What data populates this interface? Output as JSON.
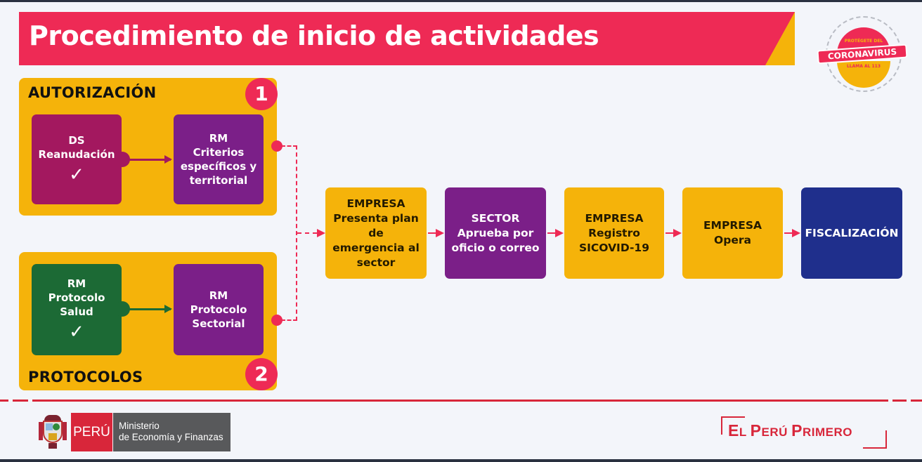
{
  "title": "Procedimiento de inicio de actividades",
  "badge": {
    "line1": "PROTÉGETE DEL",
    "line2": "CORONAVIRUS",
    "line3": "LLAMA AL 113"
  },
  "groups": [
    {
      "number": "1",
      "title": "AUTORIZACIÓN",
      "boxes": [
        {
          "lines": [
            "DS",
            "Reanudación"
          ],
          "checked": true,
          "check": "✓",
          "color": "#a3185f"
        },
        {
          "lines": [
            "RM",
            "Criterios",
            "específicos y",
            "territorial"
          ],
          "checked": false,
          "color": "#7b1f88"
        }
      ]
    },
    {
      "number": "2",
      "title": "PROTOCOLOS",
      "boxes": [
        {
          "lines": [
            "RM",
            "Protocolo",
            "Salud"
          ],
          "checked": true,
          "check": "✓",
          "color": "#1c6a35"
        },
        {
          "lines": [
            "RM",
            "Protocolo",
            "Sectorial"
          ],
          "checked": false,
          "color": "#7b1f88"
        }
      ]
    }
  ],
  "flow": [
    {
      "head": "EMPRESA",
      "lines": [
        "Presenta plan",
        "de",
        "emergencia al",
        "sector"
      ],
      "color": "#f5b30a"
    },
    {
      "head": "SECTOR",
      "lines": [
        "Aprueba por",
        "oficio o correo"
      ],
      "color": "#7b1f88"
    },
    {
      "head": "EMPRESA",
      "lines": [
        "Registro",
        "SICOVID-19"
      ],
      "color": "#f5b30a"
    },
    {
      "head": "EMPRESA",
      "lines": [
        "Opera"
      ],
      "color": "#f5b30a"
    },
    {
      "head": "FISCALIZACIÓN",
      "lines": [],
      "color": "#1f2f8c"
    }
  ],
  "footer": {
    "peru_label": "PERÚ",
    "ministry_line1": "Ministerio",
    "ministry_line2": "de Economía y Finanzas",
    "slogan_parts": [
      "E",
      "L ",
      "P",
      "ERÚ ",
      "P",
      "RIMERO"
    ]
  },
  "colors": {
    "accent_red": "#ee2a55",
    "yellow": "#f5b30a",
    "purple": "#7b1f88",
    "magenta": "#a3185f",
    "green": "#1c6a35",
    "navy": "#1f2f8c"
  }
}
